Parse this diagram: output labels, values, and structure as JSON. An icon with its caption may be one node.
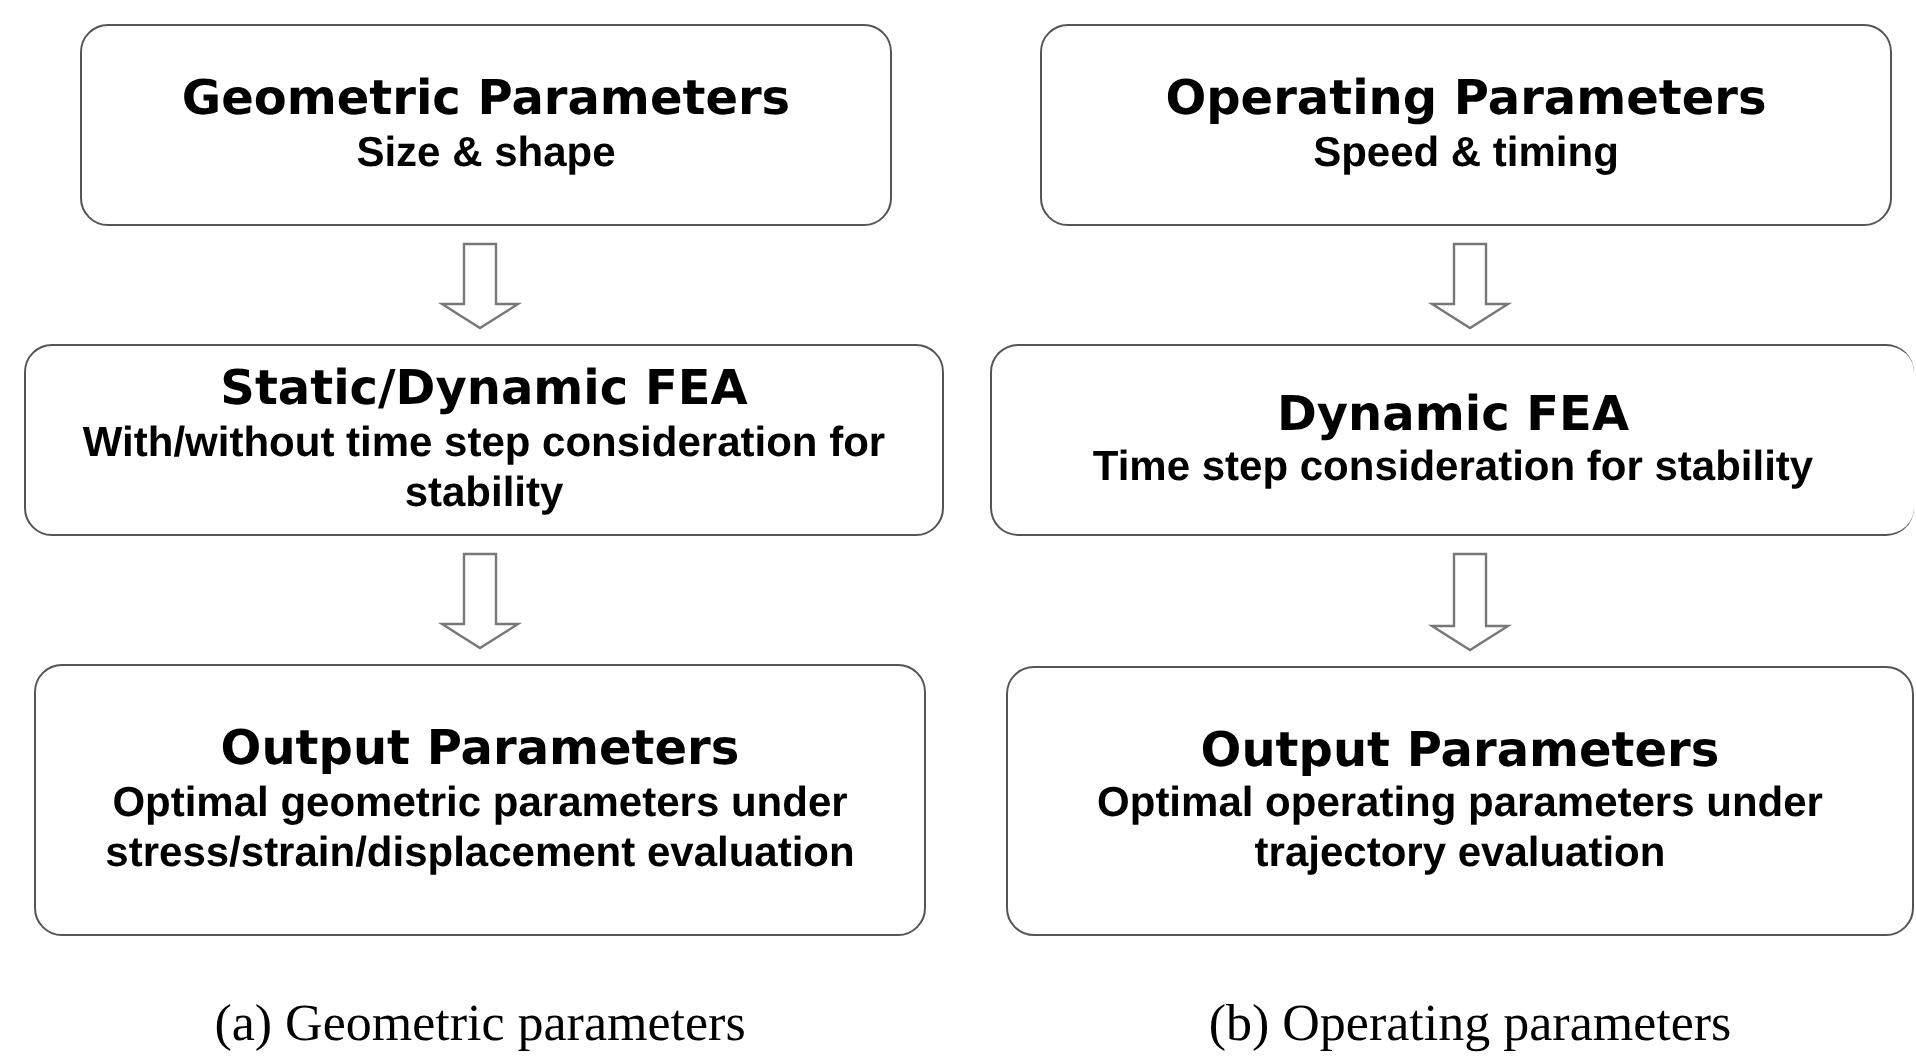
{
  "diagram": {
    "nodes": [
      {
        "text": [
          "Geometric Parameters",
          "Size & shape"
        ]
      },
      {
        "text": [
          "Static/Dynamic FEA",
          "With/without time step consideration for stability"
        ]
      },
      {
        "text": [
          "Output Parameters",
          "Optimal geometric parameters under stress/strain/displacement evaluation"
        ]
      },
      {
        "text": [
          "Operating Parameters",
          "Speed & timing"
        ]
      },
      {
        "text": [
          "Dynamic FEA",
          "Time step consideration for stability"
        ]
      },
      {
        "text": [
          "Output Parameters",
          "Optimal operating parameters under trajectory evaluation"
        ]
      }
    ],
    "edges": [
      {
        "from": 0,
        "to": 1,
        "arrow": "to"
      },
      {
        "from": 1,
        "to": 2,
        "arrow": "to"
      },
      {
        "from": 3,
        "to": 4,
        "arrow": "to"
      },
      {
        "from": 4,
        "to": 5,
        "arrow": "to"
      }
    ],
    "labels": [
      "(a) Geometric parameters",
      "(b) Operating parameters"
    ]
  }
}
